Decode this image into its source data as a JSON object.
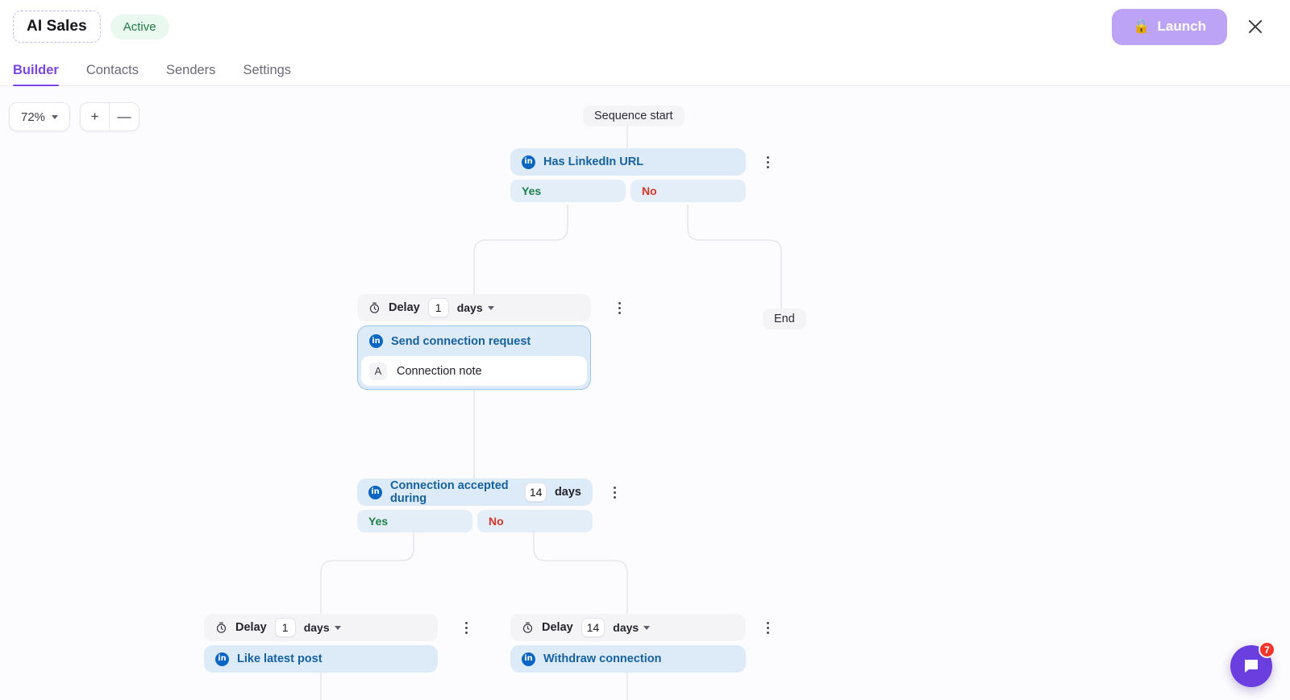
{
  "header": {
    "sequence_name": "AI Sales",
    "status_label": "Active",
    "launch_label": "Launch",
    "launch_icon": "lock-emoji",
    "launch_emoji": "🔒",
    "close_icon": "close-icon",
    "accent_color": "#7b45e8",
    "launch_bg": "#bda3f5"
  },
  "tabs": [
    {
      "label": "Builder",
      "active": true
    },
    {
      "label": "Contacts",
      "active": false
    },
    {
      "label": "Senders",
      "active": false
    },
    {
      "label": "Settings",
      "active": false
    }
  ],
  "zoom": {
    "level": "72%",
    "chevron_icon": "chevron-down-icon",
    "zoom_in_label": "+",
    "zoom_out_label": "—"
  },
  "flow": {
    "start_label": "Sequence start",
    "end_label": "End",
    "nodes": {
      "has_linkedin_url": {
        "title": "Has LinkedIn URL",
        "icon": "linkedin-icon",
        "yes_label": "Yes",
        "no_label": "No"
      },
      "delay_1": {
        "label": "Delay",
        "value": "1",
        "unit": "days",
        "icon": "stopwatch-icon"
      },
      "send_connection_request": {
        "title": "Send connection request",
        "icon": "linkedin-icon",
        "sub_badge": "A",
        "sub_label": "Connection note"
      },
      "connection_accepted": {
        "title_prefix": "Connection accepted during",
        "value": "14",
        "unit": "days",
        "icon": "linkedin-icon",
        "yes_label": "Yes",
        "no_label": "No"
      },
      "delay_2": {
        "label": "Delay",
        "value": "1",
        "unit": "days",
        "icon": "stopwatch-icon"
      },
      "like_latest_post": {
        "title": "Like latest post",
        "icon": "linkedin-icon"
      },
      "delay_3": {
        "label": "Delay",
        "value": "14",
        "unit": "days",
        "icon": "stopwatch-icon"
      },
      "withdraw_connection": {
        "title": "Withdraw connection",
        "icon": "linkedin-icon"
      }
    }
  },
  "chat": {
    "icon": "chat-bubble-icon",
    "unread_count": "7"
  }
}
